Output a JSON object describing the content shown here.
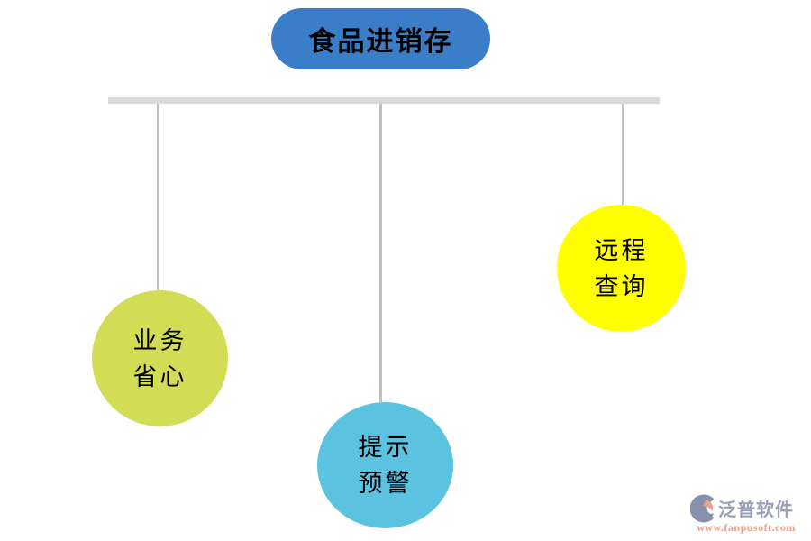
{
  "diagram": {
    "title": "食品进销存 feature diagram",
    "root": {
      "label": "食品进销存",
      "color": "#3A7DC8"
    },
    "nodes": [
      {
        "id": "business-worry-free",
        "lines": [
          "业务",
          "省心"
        ],
        "label": "业务省心",
        "color": "#D2DC55"
      },
      {
        "id": "alert-warning",
        "lines": [
          "提示",
          "预警"
        ],
        "label": "提示预警",
        "color": "#5BC2E0"
      },
      {
        "id": "remote-query",
        "lines": [
          "远程",
          "查询"
        ],
        "label": "远程查询",
        "color": "#FFFF00"
      }
    ]
  },
  "watermark": {
    "brand": "泛普软件",
    "url": "www.fanpusoft.com"
  },
  "colors": {
    "root_fill": "#3A7DC8",
    "connector_bar": "#D9D9D9",
    "connector_line": "#BFBFBF",
    "node_text": "#000000",
    "brand_text": "#99A1BA",
    "brand_url": "#E9A18B",
    "logo_slate": "#8891AC",
    "logo_salmon": "#E8A28D"
  }
}
